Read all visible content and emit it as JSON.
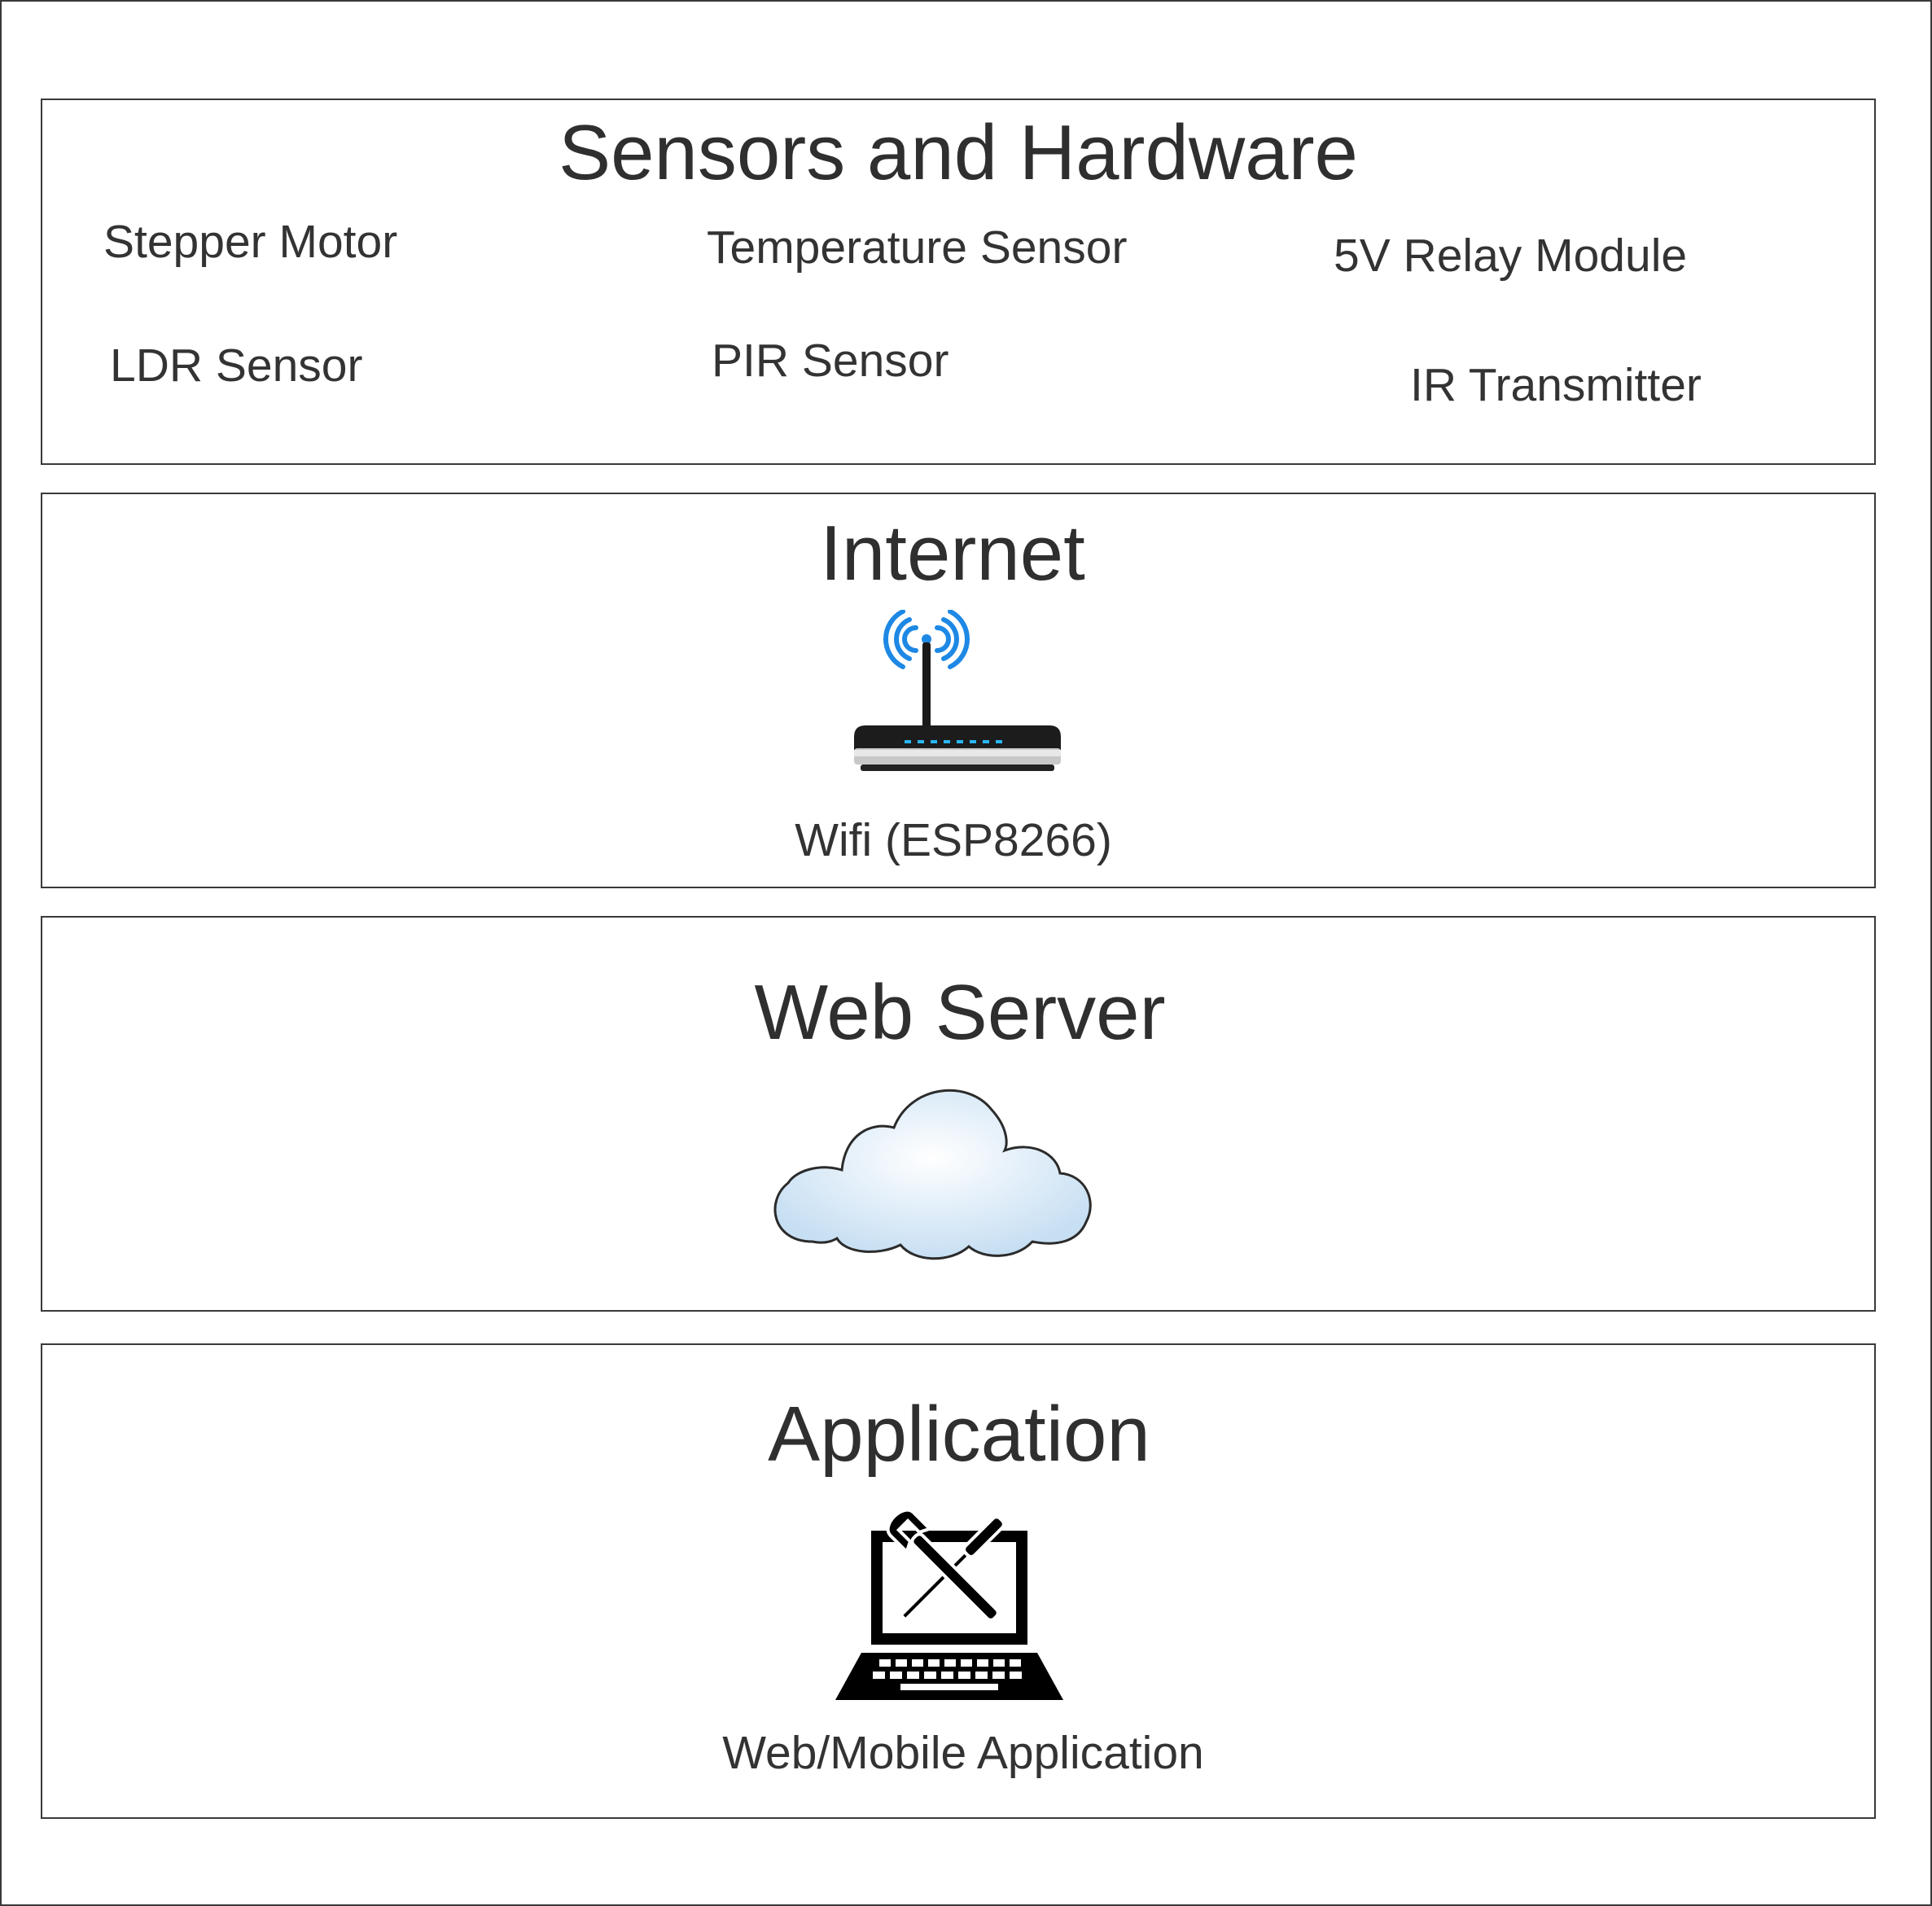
{
  "layers": {
    "sensors": {
      "title": "Sensors and Hardware",
      "items": [
        "Stepper Motor",
        "Temperature Sensor",
        "5V Relay Module",
        "LDR Sensor",
        "PIR Sensor",
        "IR Transmitter"
      ]
    },
    "internet": {
      "title": "Internet",
      "caption": "Wifi (ESP8266)",
      "icon": "wifi-router-icon"
    },
    "webserver": {
      "title": "Web Server",
      "icon": "cloud-icon"
    },
    "application": {
      "title": "Application",
      "caption": "Web/Mobile Application",
      "icon": "laptop-tools-icon"
    }
  },
  "colors": {
    "border": "#3a3a3a",
    "text": "#333333",
    "wifi_waves": "#1e88e5",
    "router_leds": "#29b6f6",
    "cloud_fill": "#d6e8f7",
    "cloud_stroke": "#2b2b2b"
  }
}
